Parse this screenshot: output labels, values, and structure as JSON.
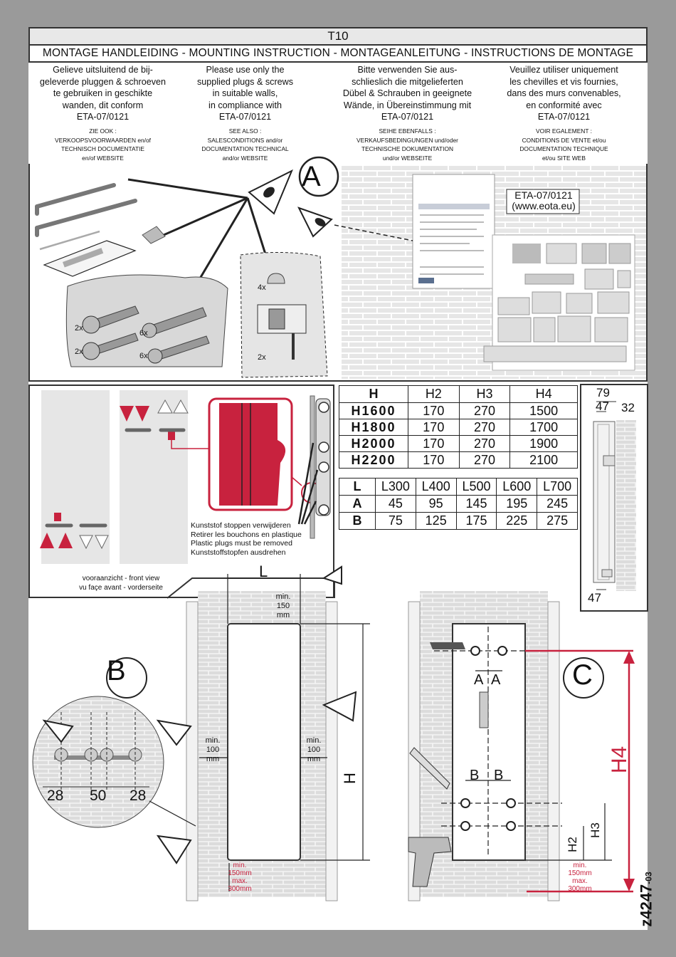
{
  "header": {
    "model": "T10",
    "heading": "MONTAGE HANDLEIDING - MOUNTING INSTRUCTION - MONTAGEANLEITUNG - INSTRUCTIONS DE MONTAGE"
  },
  "intro": {
    "nl": [
      "Gelieve uitsluitend de bij-",
      "geleverde pluggen & schroeven",
      "te gebruiken in geschikte",
      "wanden, dit conform",
      "ETA-07/0121"
    ],
    "en": [
      "Please use only the",
      "supplied plugs & screws",
      "in suitable walls,",
      "in compliance with",
      "ETA-07/0121"
    ],
    "de": [
      "Bitte verwenden Sie aus-",
      "schlieslich die mitgelieferten",
      "Dübel & Schrauben in geeignete",
      "Wände, in Übereinstimmung mit",
      "ETA-07/0121"
    ],
    "fr": [
      "Veuillez utiliser uniquement",
      "les chevilles et vis fournies,",
      "dans des murs convenables,",
      "en conformité avec",
      "ETA-07/0121"
    ]
  },
  "see_also": {
    "nl": [
      "ZIE OOK :",
      "VERKOOPSVOORWAARDEN en/of",
      "TECHNISCH DOCUMENTATIE",
      "en/of WEBSITE"
    ],
    "en": [
      "SEE ALSO :",
      "SALESCONDITIONS and/or",
      "DOCUMENTATION TECHNICAL",
      "and/or WEBSITE"
    ],
    "de": [
      "SEIHE EBENFALLS :",
      "VERKAUFSBEDINGUNGEN und/oder",
      "TECHNISCHE DOKUMENTATION",
      "und/or WEBSEITE"
    ],
    "fr": [
      "VOIR EGALEMENT :",
      "CONDITIONS DE VENTE et/ou",
      "DOCUMENTATION TECHNIQUE",
      "et/ou SITE WEB"
    ]
  },
  "section_a": {
    "label": "A",
    "eta_line1": "ETA-07/0121",
    "eta_line2": "(www.eota.eu)",
    "qty_2x_a": "2x",
    "qty_6x_a": "6x",
    "qty_2x_b": "2x",
    "qty_6x_b": "6x",
    "qty_4x": "4x",
    "qty_2x_c": "2x"
  },
  "plugs_panel": {
    "note_nl": "Kunststof stoppen verwijderen",
    "note_fr": "Retirer les bouchons en plastique",
    "note_en": "Plastic plugs must be removed",
    "note_de": "Kunststoffstopfen ausdrehen",
    "view_line1": "vooraanzicht - front view",
    "view_line2": "vu façe avant - vorderseite"
  },
  "height_table": {
    "headers": [
      "H",
      "H2",
      "H3",
      "H4"
    ],
    "rows": [
      [
        "H1600",
        "170",
        "270",
        "1500"
      ],
      [
        "H1800",
        "170",
        "270",
        "1700"
      ],
      [
        "H2000",
        "170",
        "270",
        "1900"
      ],
      [
        "H2200",
        "170",
        "270",
        "2100"
      ]
    ]
  },
  "length_table": {
    "headers": [
      "L",
      "L300",
      "L400",
      "L500",
      "L600",
      "L700"
    ],
    "rows": [
      [
        "A",
        "45",
        "95",
        "145",
        "195",
        "245"
      ],
      [
        "B",
        "75",
        "125",
        "175",
        "225",
        "275"
      ]
    ]
  },
  "side_view": {
    "dim_79": "79",
    "dim_47_top": "47",
    "dim_32": "32",
    "dim_47_bottom": "47"
  },
  "section_b": {
    "label": "B",
    "dim_L": "L",
    "min150_line1": "min.",
    "min150_line2": "150",
    "min150_line3": "mm",
    "min100l_line1": "min.",
    "min100l_line2": "100",
    "min100l_line3": "mm",
    "min100r_line1": "min.",
    "min100r_line2": "100",
    "min100r_line3": "mm",
    "dim_H": "H",
    "gap_line1": "min.",
    "gap_line2": "150mm",
    "gap_line3": "max.",
    "gap_line4": "300mm",
    "dim_28_left": "28",
    "dim_50": "50",
    "dim_28_right": "28"
  },
  "section_c": {
    "label": "C",
    "dim_A1": "A",
    "dim_A2": "A",
    "dim_B1": "B",
    "dim_B2": "B",
    "dim_H2": "H2",
    "dim_H3": "H3",
    "dim_H4": "H4",
    "gap_line1": "min.",
    "gap_line2": "150mm",
    "gap_line3": "max.",
    "gap_line4": "300mm"
  },
  "footer": {
    "doc_code": "z4247",
    "revision": "-03"
  },
  "colors": {
    "accent_red": "#c8223e",
    "frame": "#333333",
    "background": "#9a9a9a"
  }
}
